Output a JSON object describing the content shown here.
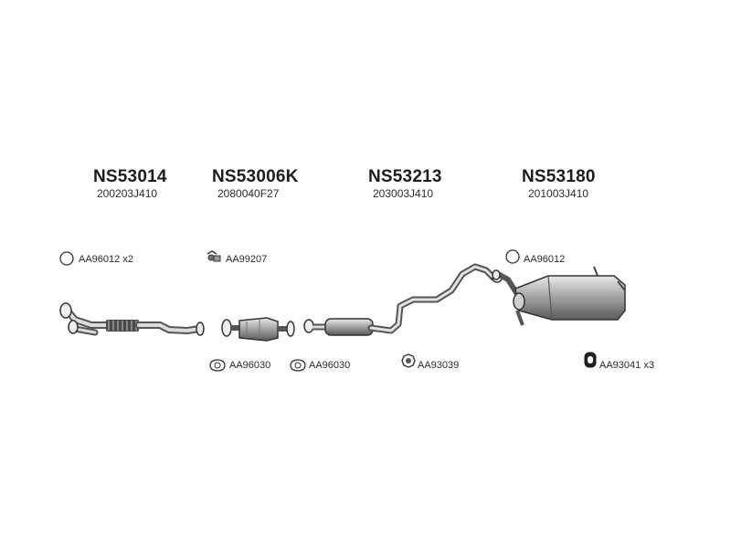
{
  "parts": [
    {
      "part_number": "NS53014",
      "oem_number": "200203J410"
    },
    {
      "part_number": "NS53006K",
      "oem_number": "2080040F27"
    },
    {
      "part_number": "NS53213",
      "oem_number": "203003J410"
    },
    {
      "part_number": "NS53180",
      "oem_number": "201003J410"
    }
  ],
  "accessories": [
    {
      "code": "AA96012 x2",
      "icon": "ring-gasket-icon"
    },
    {
      "code": "AA99207",
      "icon": "bolt-clamp-icon"
    },
    {
      "code": "AA96012",
      "icon": "ring-gasket-icon"
    },
    {
      "code": "AA96030",
      "icon": "flange-gasket-icon"
    },
    {
      "code": "AA96030",
      "icon": "flange-gasket-icon"
    },
    {
      "code": "AA93039",
      "icon": "clamp-icon"
    },
    {
      "code": "AA93041 x3",
      "icon": "rubber-mount-icon"
    }
  ]
}
